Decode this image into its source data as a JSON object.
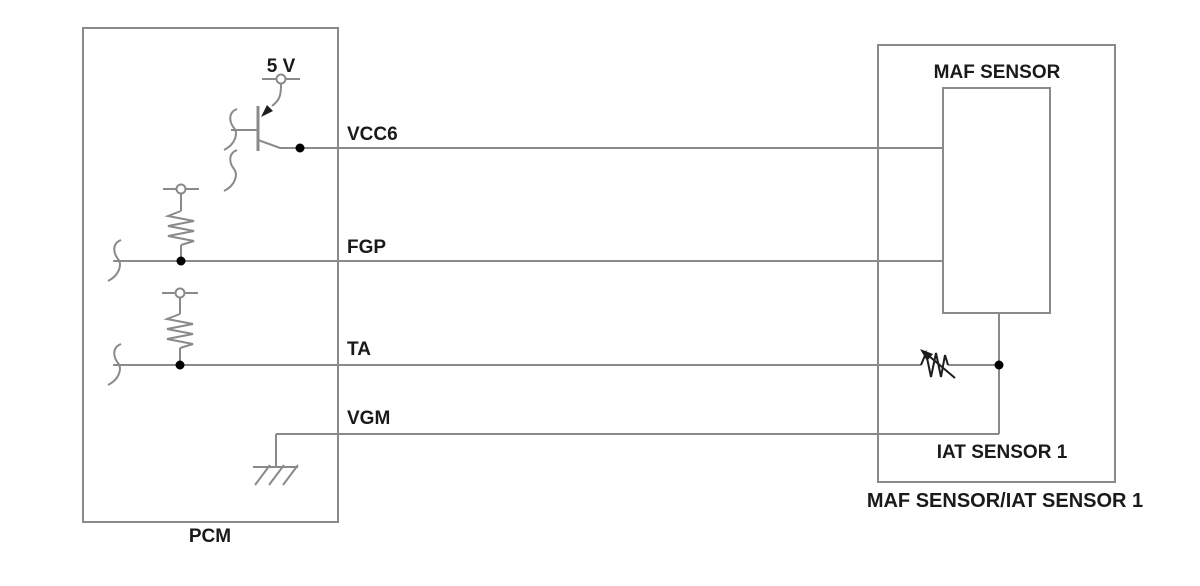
{
  "pcm": {
    "label": "PCM",
    "supply": {
      "label": "5 V"
    }
  },
  "signals": {
    "vcc6": {
      "label": "VCC6"
    },
    "fgp": {
      "label": "FGP"
    },
    "ta": {
      "label": "TA"
    },
    "vgm": {
      "label": "VGM"
    }
  },
  "sensor": {
    "maf": {
      "label": "MAF SENSOR"
    },
    "iat": {
      "label": "IAT SENSOR 1"
    },
    "caption": "MAF SENSOR/IAT SENSOR 1"
  },
  "colors": {
    "background": "#ffffff",
    "wire": "#8a8a8a",
    "component": "#1d1d1d",
    "text": "#1a1a1a"
  }
}
